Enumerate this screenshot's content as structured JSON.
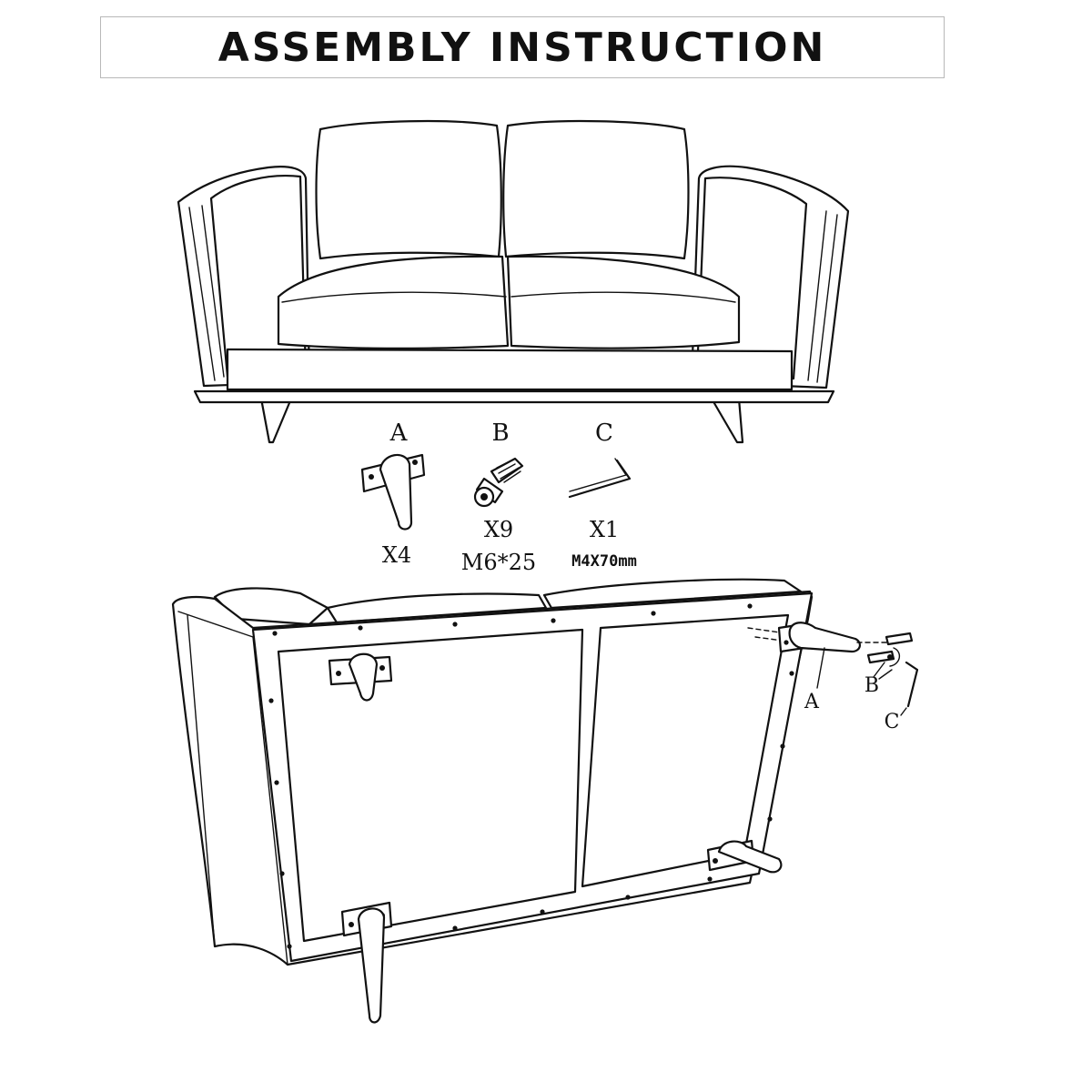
{
  "title": "ASSEMBLY INSTRUCTION",
  "parts": [
    {
      "letter": "A",
      "qty": "X4",
      "spec": ""
    },
    {
      "letter": "B",
      "qty": "X9",
      "spec": "M6*25"
    },
    {
      "letter": "C",
      "qty": "X1",
      "spec": "M4X70mm"
    }
  ],
  "callouts": {
    "a": "A",
    "b": "B",
    "c": "C"
  }
}
